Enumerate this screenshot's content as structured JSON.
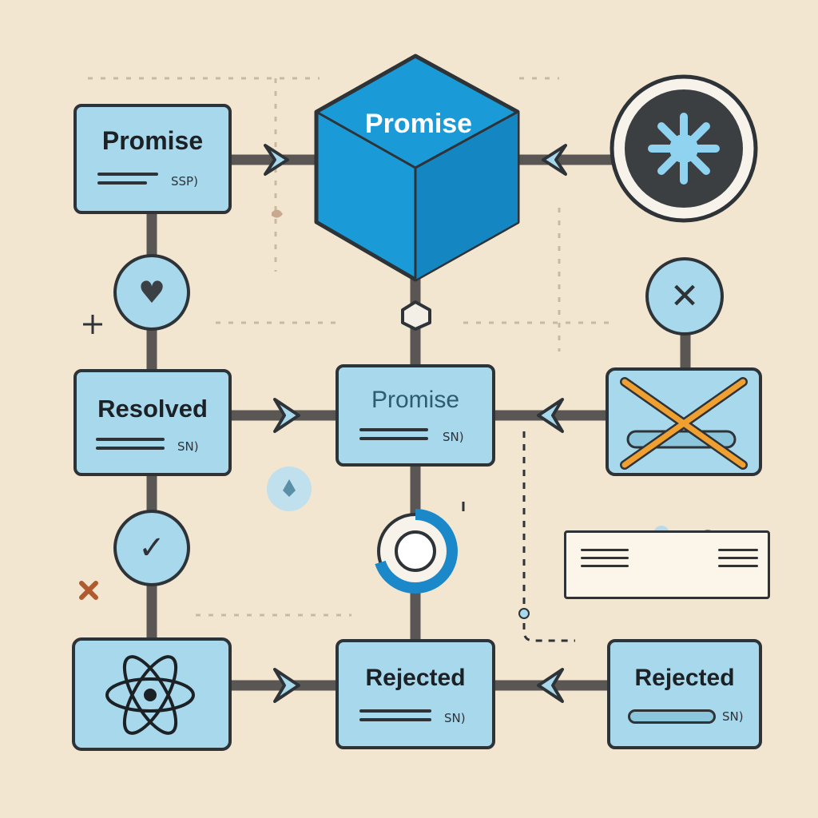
{
  "top_left": {
    "title": "Promise",
    "caption": "SSP)"
  },
  "center_hex": {
    "title": "Promise"
  },
  "mid_left": {
    "title": "Resolved",
    "caption": "SN)"
  },
  "mid_center": {
    "title": "Promise",
    "caption": "SN)"
  },
  "bottom_center": {
    "title": "Rejected",
    "caption": "SN)"
  },
  "bottom_right": {
    "title": "Rejected",
    "caption": "SN)"
  },
  "icons": {
    "pending": "asterisk-icon",
    "resolved_badge": "heart-icon",
    "rejected_badge": "close-icon",
    "resolved_check": "checkmark-icon",
    "rejected_card": "cross-icon",
    "loading": "loading-ring-icon",
    "atom": "atom-icon",
    "spinner": "spinner-icon"
  },
  "colors": {
    "background": "#f3e6d0",
    "box_fill": "#a8d8ec",
    "hexagon": "#1a9ad6",
    "outline": "#2e3338",
    "cross": "#f0a030"
  }
}
